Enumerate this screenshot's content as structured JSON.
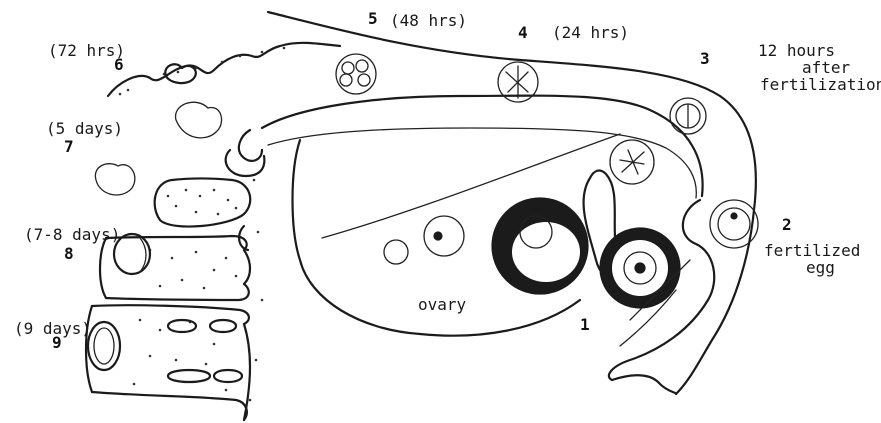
{
  "labels": {
    "stage_6": {
      "number": "6",
      "time": "(72 hrs)"
    },
    "stage_5": {
      "number": "5",
      "time": "(48 hrs)"
    },
    "stage_4": {
      "number": "4",
      "time": "(24 hrs)"
    },
    "stage_3": {
      "number": "3",
      "line1": "12 hours",
      "line2": "after",
      "line3": "fertilization"
    },
    "stage_7": {
      "number": "7",
      "time": "(5 days)"
    },
    "stage_2": {
      "number": "2",
      "line1": "fertilized",
      "line2": "egg"
    },
    "stage_8": {
      "number": "8",
      "time": "(7-8 days)"
    },
    "stage_9": {
      "number": "9",
      "time": "(9 days)"
    },
    "stage_1": {
      "number": "1"
    },
    "ovary": "ovary"
  },
  "colors": {
    "ink": "#1b1b1b",
    "paper": "#ffffff"
  }
}
